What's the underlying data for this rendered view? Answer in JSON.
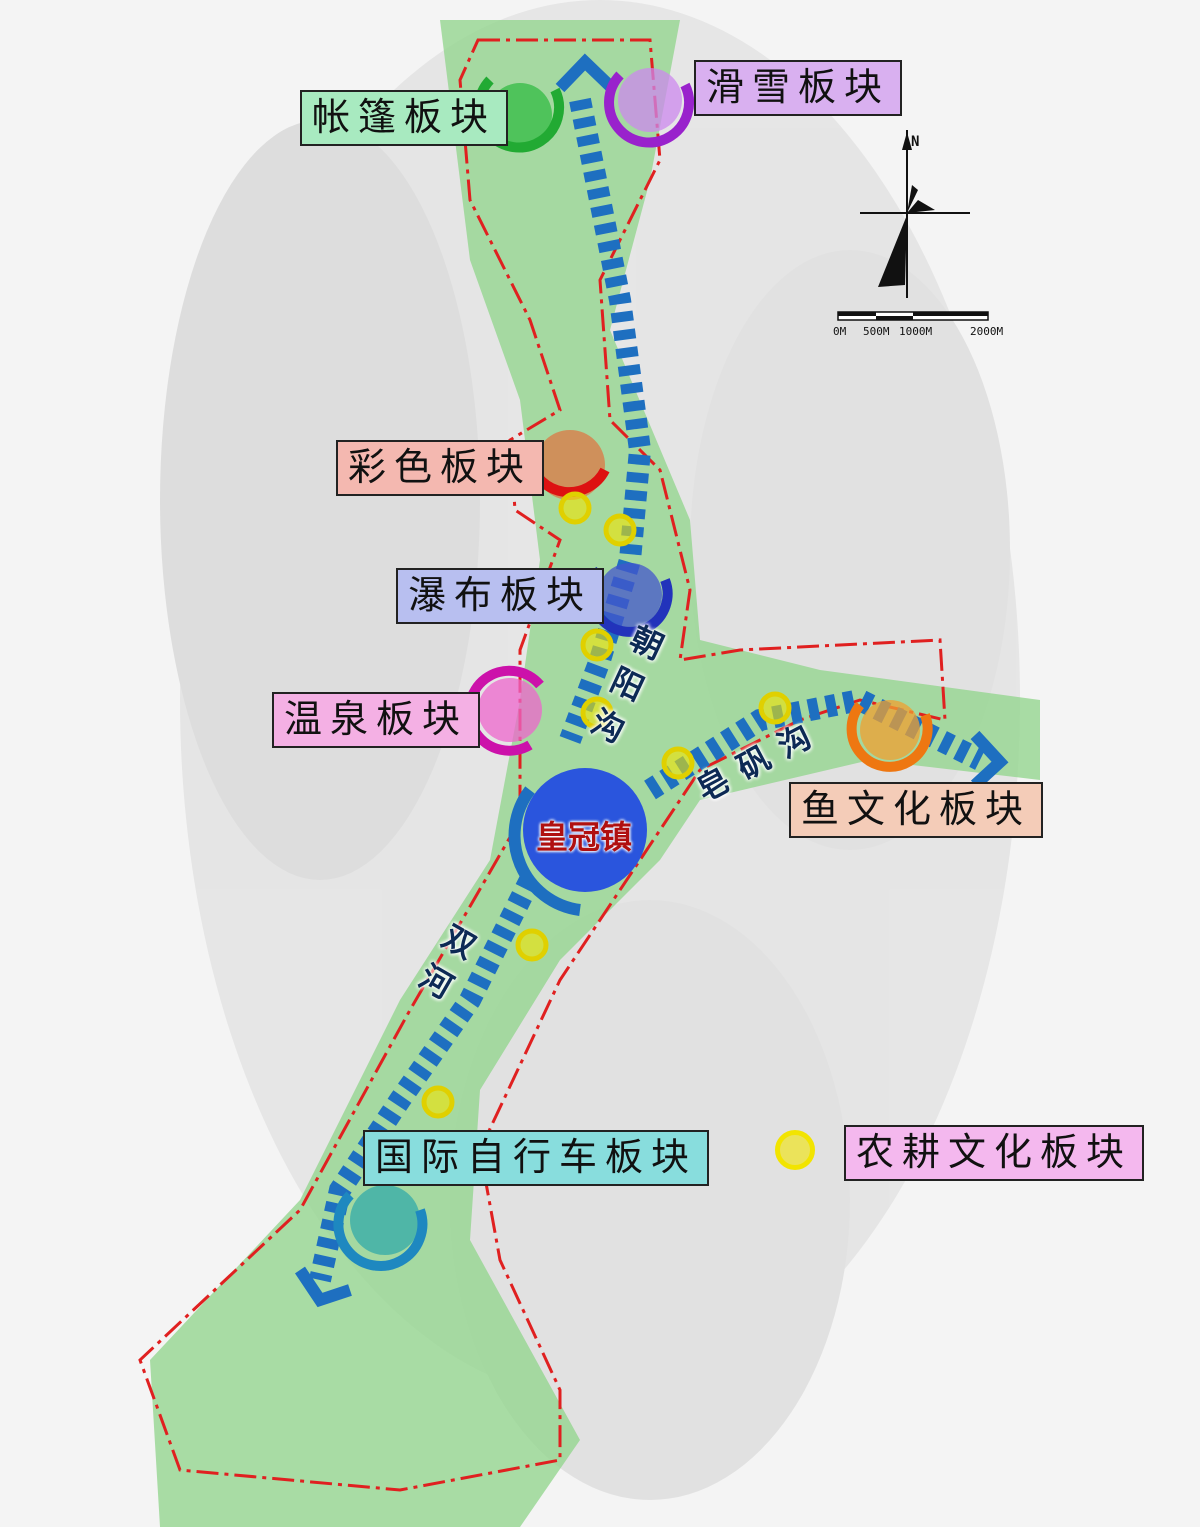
{
  "zones": {
    "tent": "帐篷板块",
    "ski": "滑雪板块",
    "color": "彩色板块",
    "waterfall": "瀑布板块",
    "hotspring": "温泉板块",
    "fish": "鱼文化板块",
    "cycling": "国际自行车板块"
  },
  "legend": {
    "farming": "农耕文化板块"
  },
  "town": "皇冠镇",
  "rivers": {
    "chaoyang": "朝阳沟",
    "zaofan": "皂矾沟",
    "shuanghe": "双河"
  },
  "compass": {
    "north": "N"
  },
  "scale": {
    "t0": "0M",
    "t1": "500M",
    "t2": "1000M",
    "t3": "2000M"
  },
  "colors": {
    "green": "#8fd48a",
    "boundary": "#e02020",
    "corridor": "#1e6fc0",
    "farm": "#f2e400"
  }
}
